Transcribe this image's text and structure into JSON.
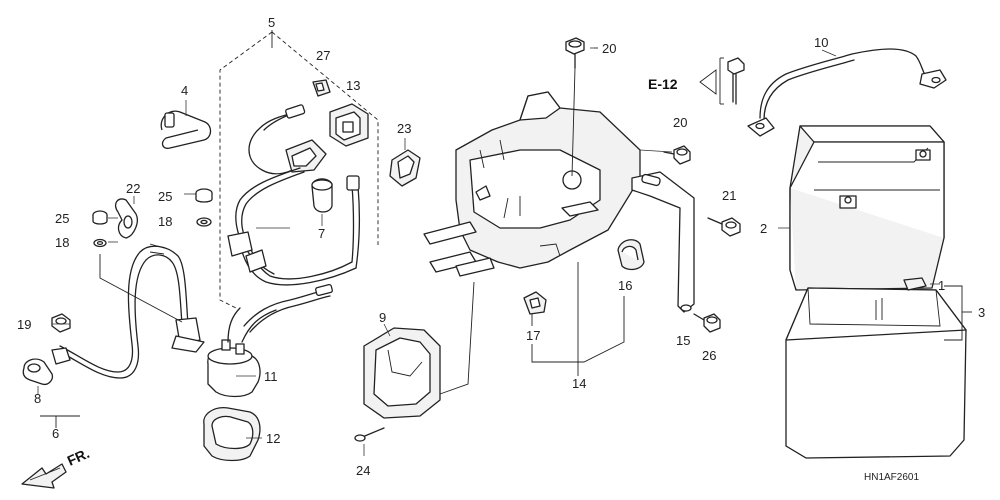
{
  "callouts": {
    "c1": "1",
    "c2": "2",
    "c3": "3",
    "c4": "4",
    "c5": "5",
    "c6": "6",
    "c7": "7",
    "c8": "8",
    "c9": "9",
    "c10": "10",
    "c11": "11",
    "c12": "12",
    "c13": "13",
    "c14": "14",
    "c15": "15",
    "c16": "16",
    "c17": "17",
    "c18a": "18",
    "c18b": "18",
    "c19": "19",
    "c20a": "20",
    "c20b": "20",
    "c21": "21",
    "c22": "22",
    "c23": "23",
    "c24": "24",
    "c25a": "25",
    "c25b": "25",
    "c26": "26",
    "c27": "27"
  },
  "reference": "E-12",
  "direction": "FR.",
  "diagram_code": "HN1AF2601"
}
